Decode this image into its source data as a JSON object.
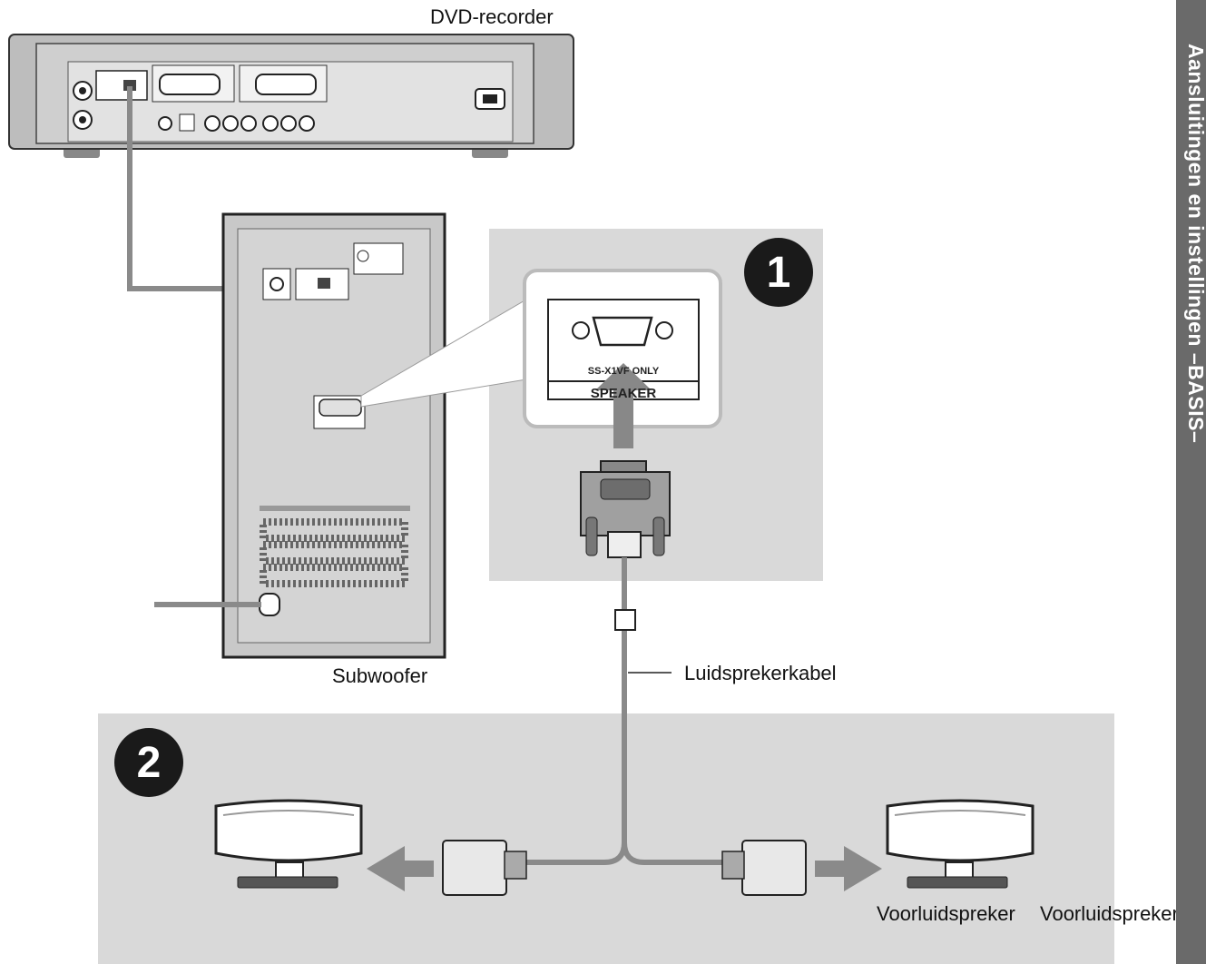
{
  "labels": {
    "dvd_recorder": "DVD-recorder",
    "subwoofer": "Subwoofer",
    "speaker_cable": "Luidsprekerkabel",
    "front_speaker_left": "Voorluidspreker",
    "front_speaker_right": "Voorluidspreker",
    "port_model": "SS-X1VF ONLY",
    "port_name": "SPEAKER"
  },
  "steps": [
    "1",
    "2"
  ],
  "side_tab": "Aansluitingen en instellingen –BASIS–",
  "colors": {
    "panel": "#d9d9d9",
    "cable": "#8a8a8a",
    "tab": "#6a6a6a"
  }
}
